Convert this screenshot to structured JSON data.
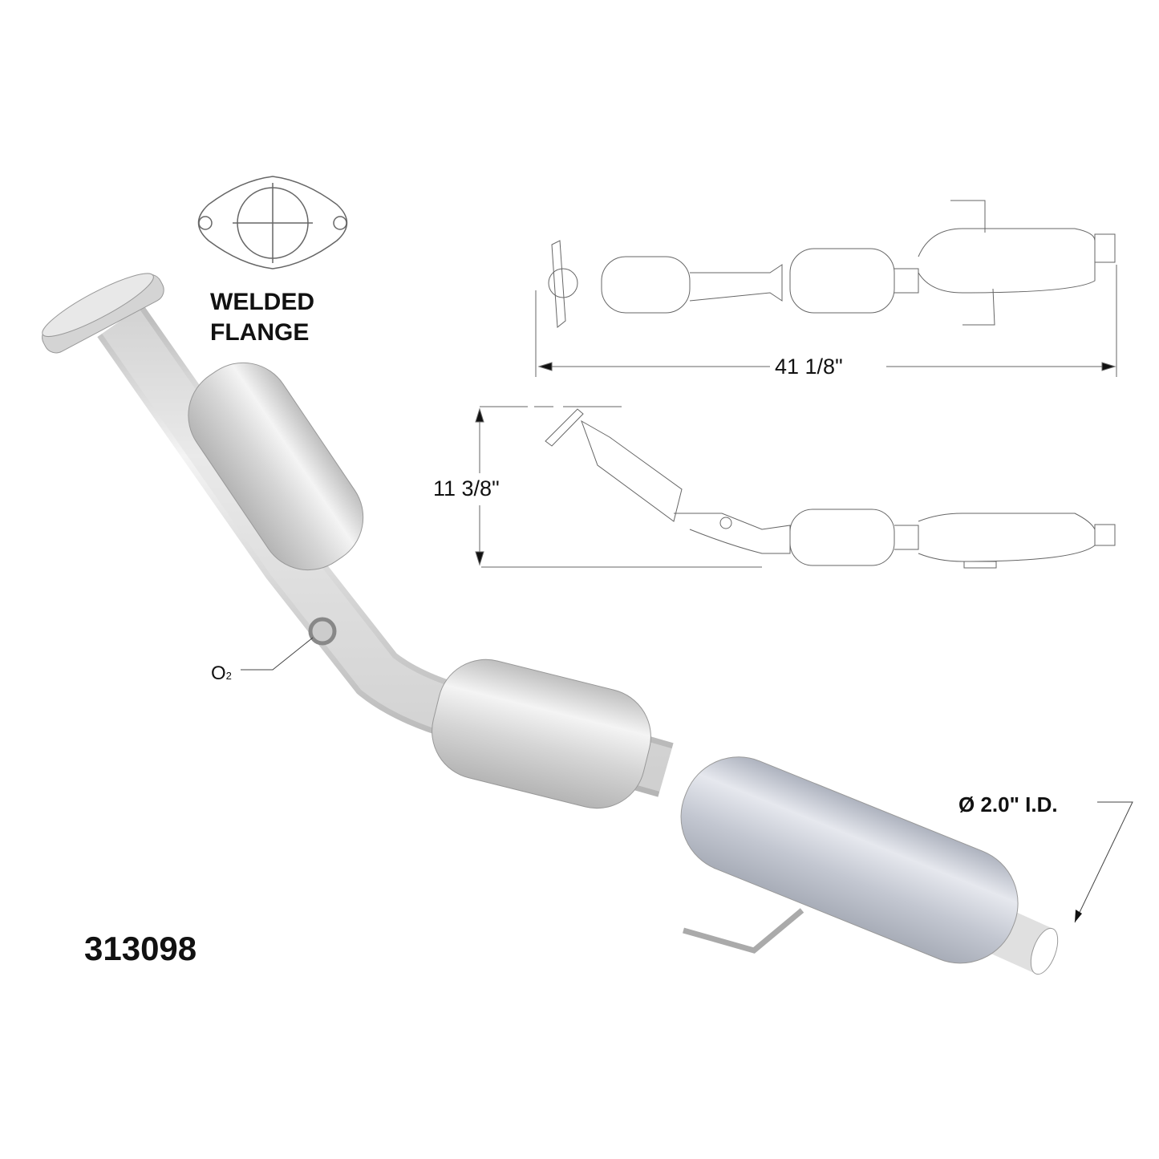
{
  "flange_label": {
    "line1": "WELDED",
    "line2": "FLANGE"
  },
  "dimensions": {
    "length": "41 1/8\"",
    "height": "11 3/8\"",
    "outlet": "Ø 2.0\" I.D."
  },
  "sensor_label": {
    "main": "O",
    "sub": "2"
  },
  "part_number": "313098",
  "colors": {
    "metal": "#d9d9d9",
    "muffler": "#c4c8d2",
    "line": "#555555"
  }
}
